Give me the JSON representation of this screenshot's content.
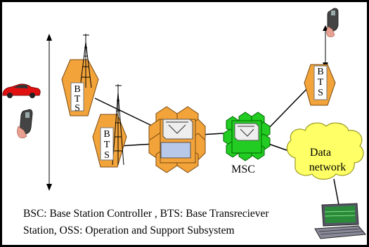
{
  "nodes": {
    "bts_upper_left": {
      "label_lines": [
        "B",
        "T",
        "S"
      ]
    },
    "bts_lower_left": {
      "label_lines": [
        "B",
        "T",
        "S"
      ]
    },
    "bts_right": {
      "label_lines": [
        "B",
        "T",
        "S"
      ]
    },
    "msc": {
      "label": "MSC"
    },
    "data_network": {
      "label_lines": [
        "Data",
        "network"
      ]
    }
  },
  "legend": {
    "line1": "BSC: Base Station Controller , BTS: Base Transreciever",
    "line2": "Station, OSS: Operation and Support Subsystem"
  },
  "colors": {
    "bts_orange": "#f2a33a",
    "bsc_orange": "#f2a33a",
    "msc_green": "#22cc22",
    "cloud_yellow": "#ffff66",
    "car_red": "#e01010"
  },
  "icons": [
    "phone-icon",
    "car-icon",
    "antenna-tower-icon",
    "switch-box-icon",
    "laptop-icon"
  ]
}
